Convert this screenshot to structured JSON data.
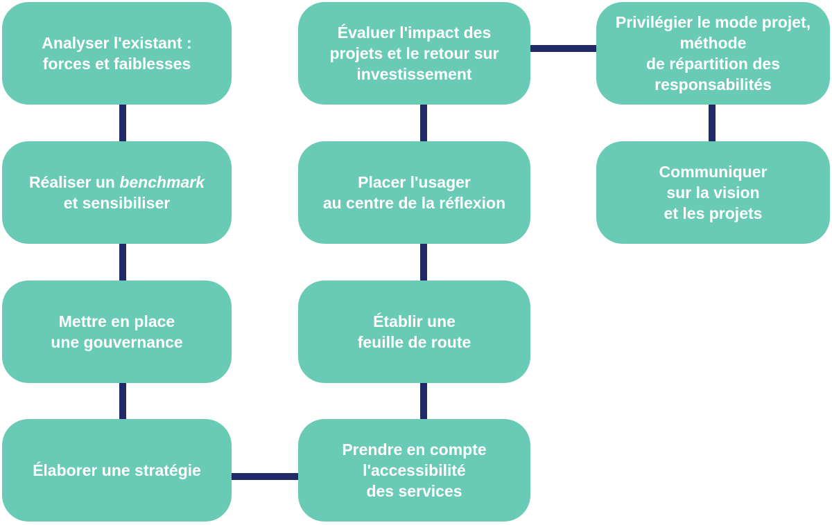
{
  "colors": {
    "background": "#FFFFFF",
    "node_fill": "#69CBB5",
    "node_text": "#FFFFFF",
    "connector": "#212A68"
  },
  "nodes": {
    "analyser": {
      "lines": [
        "Analyser l'existant :",
        "forces et faiblesses"
      ]
    },
    "benchmark": {
      "line1_pre": "Réaliser un ",
      "line1_italic": "benchmark",
      "line2": "et sensibiliser"
    },
    "gouvernance": {
      "lines": [
        "Mettre en place",
        "une gouvernance"
      ]
    },
    "strategie": {
      "lines": [
        "Élaborer une stratégie"
      ]
    },
    "evaluer": {
      "lines": [
        "Évaluer l'impact des",
        "projets et le retour sur",
        "investissement"
      ]
    },
    "usager": {
      "lines": [
        "Placer l'usager",
        "au centre de la réflexion"
      ]
    },
    "feuille": {
      "lines": [
        "Établir une",
        "feuille de route"
      ]
    },
    "accessibilite": {
      "lines": [
        "Prendre en compte",
        "l'accessibilité",
        "des services"
      ]
    },
    "privilegier": {
      "lines": [
        "Privilégier le mode projet,",
        "méthode",
        "de répartition des",
        "responsabilités"
      ]
    },
    "communiquer": {
      "lines": [
        "Communiquer",
        "sur la vision",
        "et les projets"
      ]
    }
  },
  "edges": [
    {
      "from": "analyser",
      "to": "benchmark"
    },
    {
      "from": "benchmark",
      "to": "gouvernance"
    },
    {
      "from": "gouvernance",
      "to": "strategie"
    },
    {
      "from": "strategie",
      "to": "accessibilite"
    },
    {
      "from": "accessibilite",
      "to": "feuille"
    },
    {
      "from": "feuille",
      "to": "usager"
    },
    {
      "from": "usager",
      "to": "evaluer"
    },
    {
      "from": "evaluer",
      "to": "privilegier"
    },
    {
      "from": "privilegier",
      "to": "communiquer"
    }
  ]
}
